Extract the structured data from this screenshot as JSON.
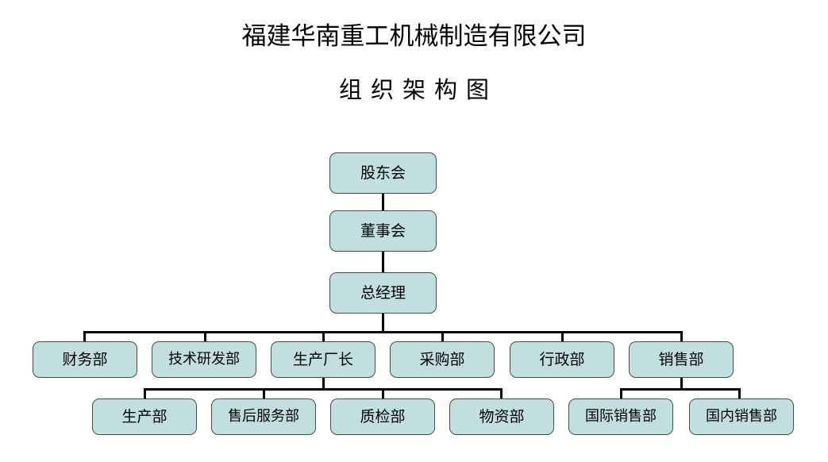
{
  "document": {
    "title_main": "福建华南重工机械制造有限公司",
    "title_sub": "组织架构图"
  },
  "chart_data": {
    "type": "diagram",
    "diagram_kind": "organization-chart",
    "title": "福建华南重工机械制造有限公司 组织架构图",
    "colors": {
      "node_fill": "#c2dfe0",
      "node_border": "#4a4a4a",
      "connector": "#000000",
      "background": "#ffffff",
      "text": "#000000"
    },
    "levels": [
      {
        "level": 1,
        "nodes": [
          "股东会"
        ]
      },
      {
        "level": 2,
        "nodes": [
          "董事会"
        ]
      },
      {
        "level": 3,
        "nodes": [
          "总经理"
        ]
      },
      {
        "level": 4,
        "nodes": [
          "财务部",
          "技术研发部",
          "生产厂长",
          "采购部",
          "行政部",
          "销售部"
        ]
      },
      {
        "level": 5,
        "nodes": [
          "生产部",
          "售后服务部",
          "质检部",
          "物资部",
          "国际销售部",
          "国内销售部"
        ]
      }
    ],
    "edges": [
      {
        "from": "股东会",
        "to": "董事会"
      },
      {
        "from": "董事会",
        "to": "总经理"
      },
      {
        "from": "总经理",
        "to": "财务部"
      },
      {
        "from": "总经理",
        "to": "技术研发部"
      },
      {
        "from": "总经理",
        "to": "生产厂长"
      },
      {
        "from": "总经理",
        "to": "采购部"
      },
      {
        "from": "总经理",
        "to": "行政部"
      },
      {
        "from": "总经理",
        "to": "销售部"
      },
      {
        "from": "生产厂长",
        "to": "生产部"
      },
      {
        "from": "生产厂长",
        "to": "售后服务部"
      },
      {
        "from": "生产厂长",
        "to": "质检部"
      },
      {
        "from": "生产厂长",
        "to": "物资部"
      },
      {
        "from": "销售部",
        "to": "国际销售部"
      },
      {
        "from": "销售部",
        "to": "国内销售部"
      }
    ]
  },
  "nodes": {
    "shareholders": "股东会",
    "board": "董事会",
    "general_manager": "总经理",
    "finance": "财务部",
    "rnd": "技术研发部",
    "production_director": "生产厂长",
    "purchasing": "采购部",
    "administration": "行政部",
    "sales": "销售部",
    "production": "生产部",
    "after_sales": "售后服务部",
    "quality": "质检部",
    "materials": "物资部",
    "intl_sales": "国际销售部",
    "domestic_sales": "国内销售部"
  }
}
